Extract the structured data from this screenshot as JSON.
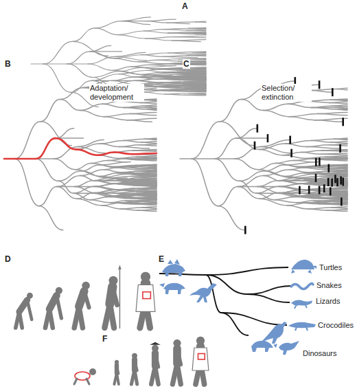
{
  "diagram": {
    "labels": [
      "A",
      "B",
      "Adaptation/ development",
      "C",
      "Selection/ extinction",
      "D",
      "E",
      "Turtles",
      "Snakes",
      "Lizards",
      "Crocodiles",
      "Dinosaurs",
      "F"
    ]
  }
}
